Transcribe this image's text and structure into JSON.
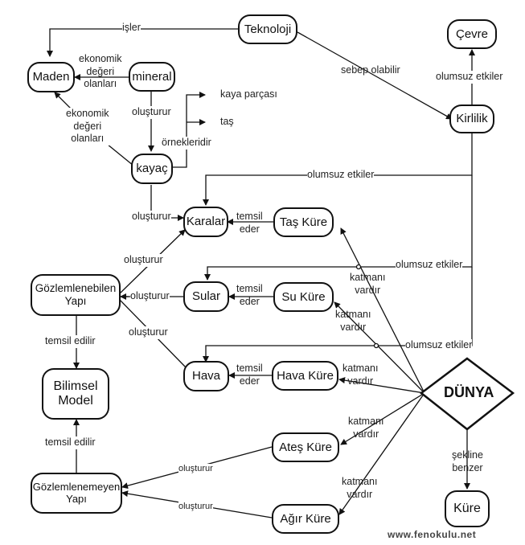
{
  "nodes": {
    "teknoloji": "Teknoloji",
    "cevre": "Çevre",
    "maden": "Maden",
    "mineral": "mineral",
    "kirlilik": "Kirlilik",
    "kayac": "kayaç",
    "karalar": "Karalar",
    "tas_kure": "Taş Küre",
    "gozlemlenebilen_1": "Gözlemlenebilen",
    "gozlemlenebilen_2": "Yapı",
    "sular": "Sular",
    "su_kure": "Su Küre",
    "bilimsel_1": "Bilimsel",
    "bilimsel_2": "Model",
    "hava": "Hava",
    "hava_kure": "Hava Küre",
    "dunya": "DÜNYA",
    "ates_kure": "Ateş Küre",
    "gozlemlenemeyen_1": "Gözlemlenemeyen",
    "gozlemlenemeyen_2": "Yapı",
    "agir_kure": "Ağır Küre",
    "kure": "Küre"
  },
  "links": {
    "isler": "işler",
    "sebep_olabilir": "sebep olabilir",
    "olumsuz_etkiler_cevre": "olumsuz etkiler",
    "ekonomik_1a": "ekonomik",
    "ekonomik_1b": "değeri",
    "ekonomik_1c": "olanları",
    "ekonomik_2a": "ekonomik",
    "ekonomik_2b": "değeri",
    "ekonomik_2c": "olanları",
    "olusturur_mineral": "oluşturur",
    "kaya_parcasi": "kaya parçası",
    "tas": "taş",
    "ornekleridir": "örnekleridir",
    "olumsuz_etkiler_1": "olumsuz etkiler",
    "olusturur_kayac": "oluşturur",
    "temsil_eder_1a": "temsil",
    "temsil_eder_1b": "eder",
    "olusturur_karalar": "oluşturur",
    "olumsuz_etkiler_2": "olumsuz etkiler",
    "katmani_1a": "katmanı",
    "katmani_1b": "vardır",
    "olusturur_sular": "oluşturur",
    "temsil_eder_2a": "temsil",
    "temsil_eder_2b": "eder",
    "katmani_2a": "katmanı",
    "katmani_2b": "vardır",
    "olusturur_hava": "oluşturur",
    "temsil_edilir_1": "temsil edilir",
    "olumsuz_etkiler_3": "olumsuz etkiler",
    "temsil_eder_3a": "temsil",
    "temsil_eder_3b": "eder",
    "katmani_3a": "katmanı",
    "katmani_3b": "vardır",
    "katmani_4a": "katmanı",
    "katmani_4b": "vardır",
    "temsil_edilir_2": "temsil edilir",
    "olusturur_ates": "oluşturur",
    "sekline_benzer_a": "şekline",
    "sekline_benzer_b": "benzer",
    "katmani_5a": "katmanı",
    "katmani_5b": "vardır",
    "olusturur_agir": "oluşturur"
  },
  "watermark": "www.fenokulu.net"
}
